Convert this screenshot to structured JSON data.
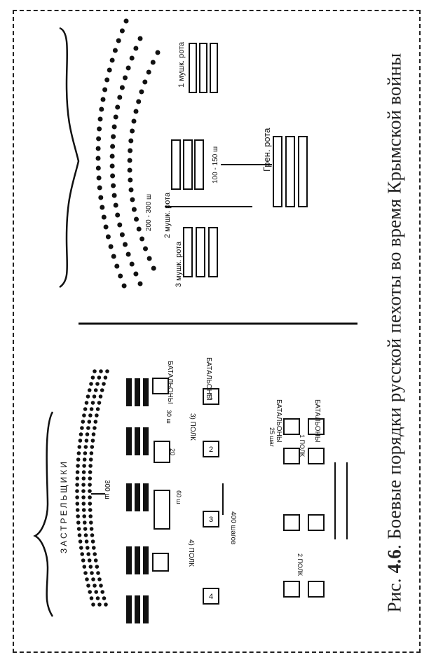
{
  "caption": {
    "prefix": "Рис. ",
    "number": "4.6",
    "text": ". Боевые порядки русской пехоты во время Крымской войны"
  },
  "left_panel": {
    "skirmishers_label": "ЗАСТРЕЛЬЩИКИ",
    "battalions_label": "БАТАЛЬОНЫ",
    "regiment_4": "4) ПОЛК",
    "regiment_3": "3) ПОЛК",
    "regiment_1": "1 ПОЛК",
    "regiment_2": "2 ПОЛК",
    "dist_300": "300 ш",
    "dist_400": "400 шагов",
    "dist_60": "60 ш",
    "dist_20": "20",
    "dist_30": "30 ш",
    "dist_25": "25 шаг",
    "block_numbers": [
      "1",
      "2",
      "3",
      "4"
    ]
  },
  "right_panel": {
    "company_1_label": "1 мушк. рота",
    "company_2_label": "2 мушк. рота",
    "company_3_label": "3 мушк. рота",
    "grenadier_label": "Грен. рота",
    "dist_100_150": "100 - 150 ш",
    "dist_200_300": "200 - 300 ш"
  },
  "colors": {
    "ink": "#111111",
    "frame": "#222222",
    "paper": "#ffffff"
  }
}
